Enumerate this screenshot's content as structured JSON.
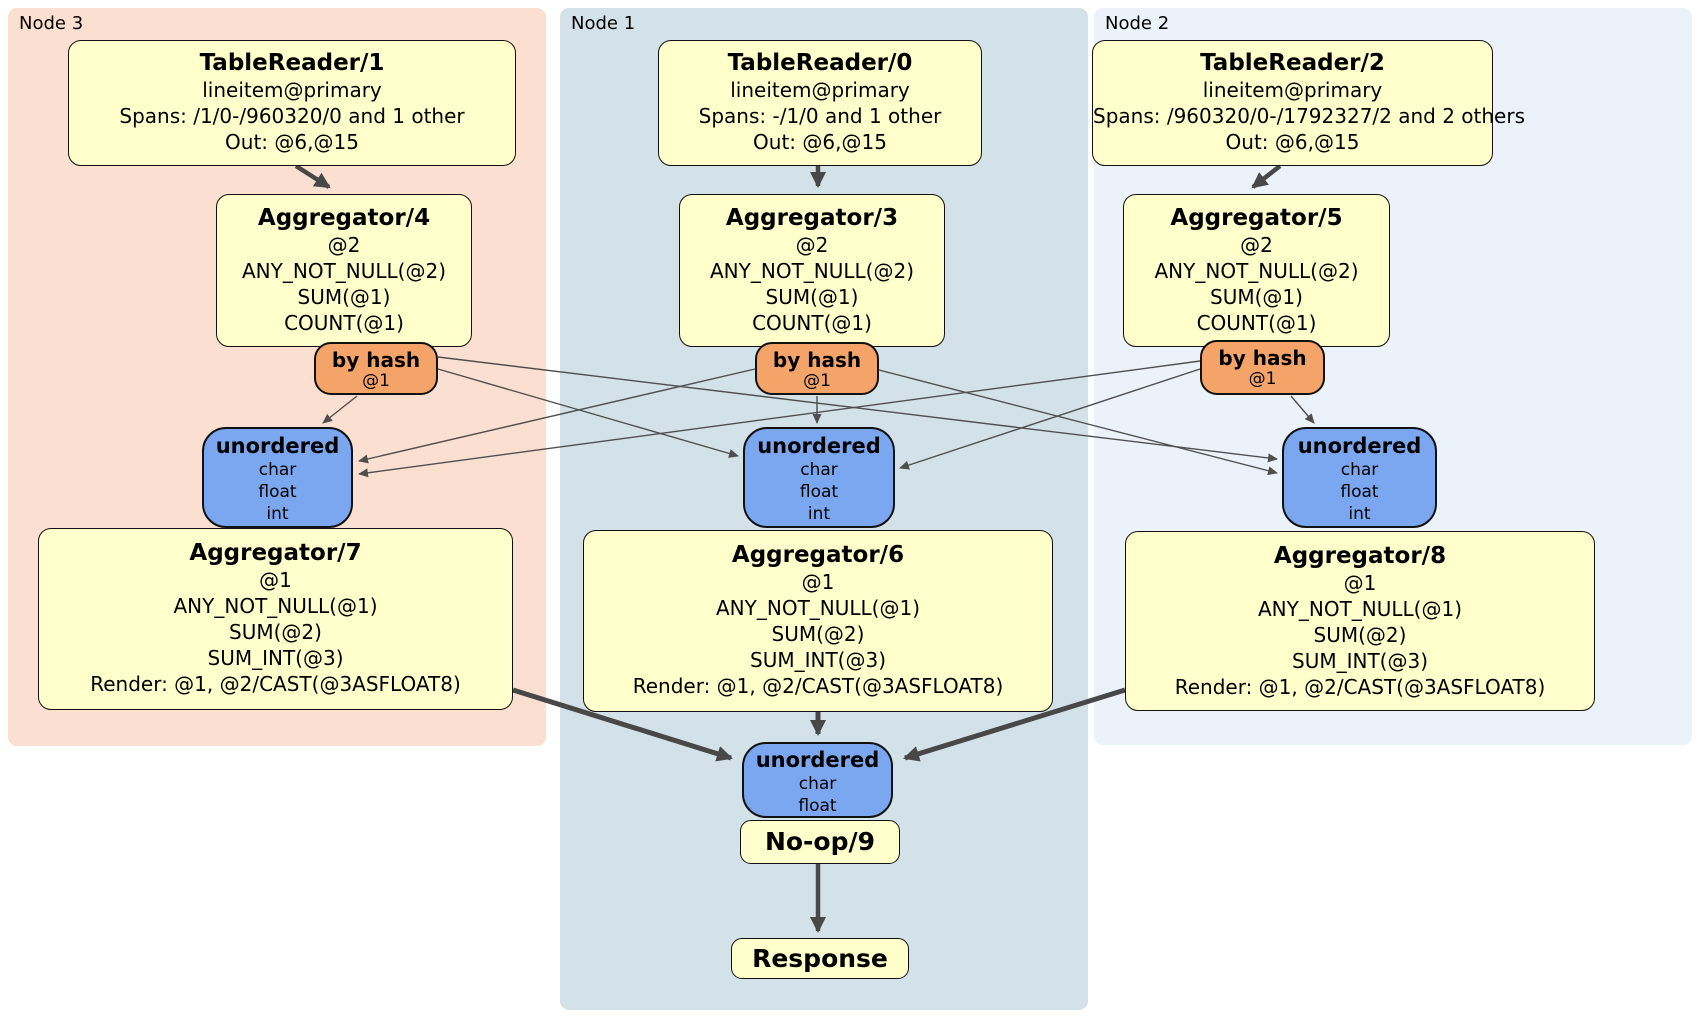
{
  "nodes": [
    {
      "label": "Node 3",
      "bg_color": "#fbdfd0",
      "table_reader": {
        "title": "TableReader/1",
        "rows": [
          "lineitem@primary",
          "Spans: /1/0-/960320/0 and 1 other",
          "Out: @6,@15"
        ]
      },
      "group_aggregator": {
        "title": "Aggregator/4",
        "rows": [
          "@2",
          "ANY_NOT_NULL(@2)",
          "SUM(@1)",
          "COUNT(@1)"
        ]
      },
      "router": {
        "title": "by hash",
        "rows": [
          "@1"
        ]
      },
      "sync": {
        "title": "unordered",
        "rows": [
          "char",
          "float",
          "int"
        ]
      },
      "final_aggregator": {
        "title": "Aggregator/7",
        "rows": [
          "@1",
          "ANY_NOT_NULL(@1)",
          "SUM(@2)",
          "SUM_INT(@3)",
          "Render: @1, @2/CAST(@3ASFLOAT8)"
        ]
      }
    },
    {
      "label": "Node 1",
      "bg_color": "#d3e1e9",
      "table_reader": {
        "title": "TableReader/0",
        "rows": [
          "lineitem@primary",
          "Spans: -/1/0 and 1 other",
          "Out: @6,@15"
        ]
      },
      "group_aggregator": {
        "title": "Aggregator/3",
        "rows": [
          "@2",
          "ANY_NOT_NULL(@2)",
          "SUM(@1)",
          "COUNT(@1)"
        ]
      },
      "router": {
        "title": "by hash",
        "rows": [
          "@1"
        ]
      },
      "sync": {
        "title": "unordered",
        "rows": [
          "char",
          "float",
          "int"
        ]
      },
      "final_aggregator": {
        "title": "Aggregator/6",
        "rows": [
          "@1",
          "ANY_NOT_NULL(@1)",
          "SUM(@2)",
          "SUM_INT(@3)",
          "Render: @1, @2/CAST(@3ASFLOAT8)"
        ]
      }
    },
    {
      "label": "Node 2",
      "bg_color": "#ebf2f9",
      "table_reader": {
        "title": "TableReader/2",
        "rows": [
          "lineitem@primary",
          "Spans: /960320/0-/1792327/2 and 2 others",
          "Out: @6,@15"
        ]
      },
      "group_aggregator": {
        "title": "Aggregator/5",
        "rows": [
          "@2",
          "ANY_NOT_NULL(@2)",
          "SUM(@1)",
          "COUNT(@1)"
        ]
      },
      "router": {
        "title": "by hash",
        "rows": [
          "@1"
        ]
      },
      "sync": {
        "title": "unordered",
        "rows": [
          "char",
          "float",
          "int"
        ]
      },
      "final_aggregator": {
        "title": "Aggregator/8",
        "rows": [
          "@1",
          "ANY_NOT_NULL(@1)",
          "SUM(@2)",
          "SUM_INT(@3)",
          "Render: @1, @2/CAST(@3ASFLOAT8)"
        ]
      }
    }
  ],
  "final_stage": {
    "sync": {
      "title": "unordered",
      "rows": [
        "char",
        "float"
      ]
    },
    "noop": {
      "title": "No-op/9"
    },
    "response": {
      "title": "Response"
    }
  },
  "colors": {
    "processor_fill": "#ffffcc",
    "router_fill": "#f4a469",
    "sync_fill": "#7aa7f0",
    "node3_bg": "#fbdfd0",
    "node1_bg": "#d3e1e9",
    "node2_bg": "#ebf2f9",
    "edge": "#4a4a4a",
    "border": "#000000"
  }
}
